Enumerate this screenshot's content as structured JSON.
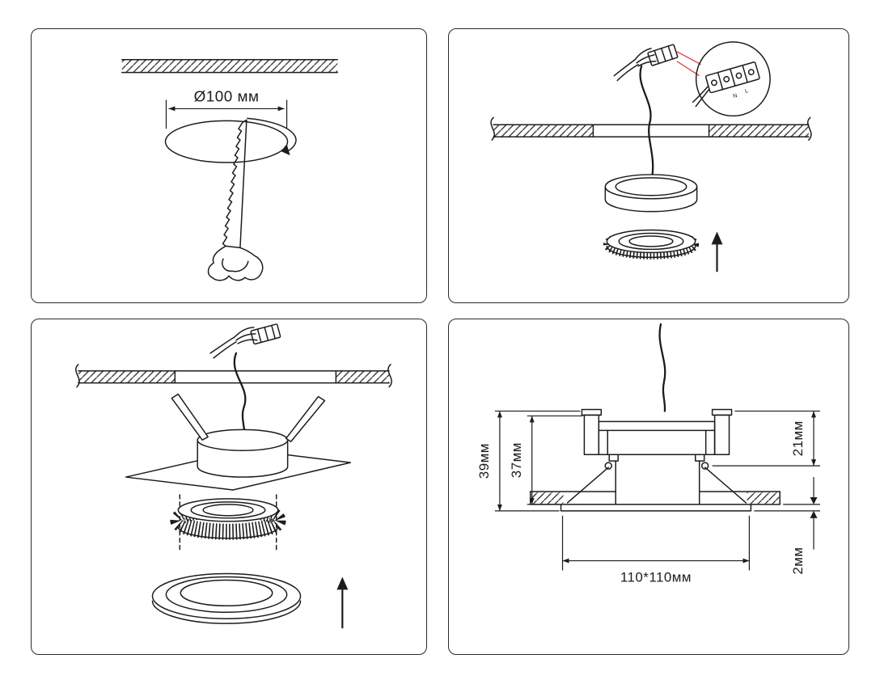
{
  "palette": {
    "ink": "#1c1c1c",
    "accent_red": "#e23b3b",
    "background": "#ffffff"
  },
  "step1": {
    "hole_diameter_label": "Ø100 мм"
  },
  "step2": {
    "terminal_label_n": "N",
    "terminal_label_l": "L"
  },
  "step4": {
    "dim_total_height": "39мм",
    "dim_housing_height": "37мм",
    "dim_above_ceiling": "21мм",
    "dim_flange_thickness": "2мм",
    "dim_cutout": "110*110мм"
  }
}
